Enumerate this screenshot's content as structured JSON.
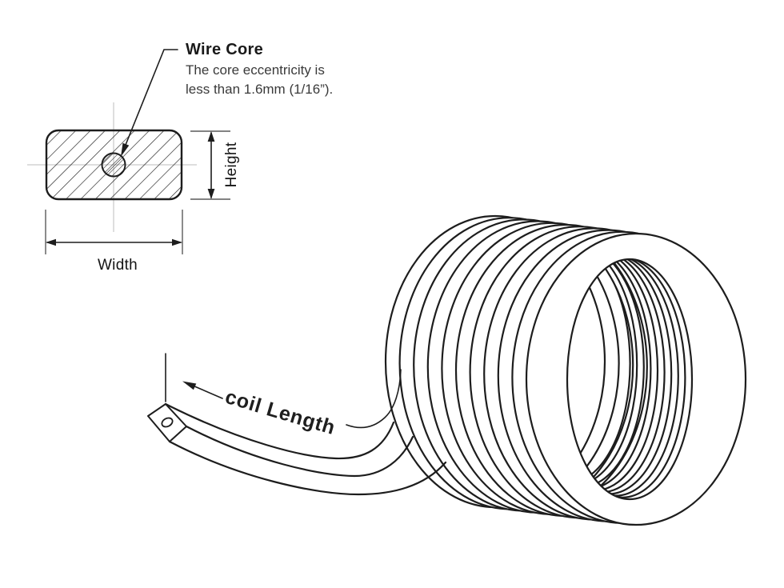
{
  "diagram": {
    "wire_core": {
      "title": "Wire Core",
      "note_line1": "The core eccentricity is",
      "note_line2": "less than 1.6mm (1/16”)."
    },
    "dimensions": {
      "height_label": "Height",
      "width_label": "Width",
      "coil_length_label": "coil Length"
    },
    "colors": {
      "ink": "#1d1d1d",
      "note_text": "#3a3a3a",
      "centerline": "#c9c9c9",
      "extension_line": "#5a5a5a",
      "background": "#ffffff"
    }
  }
}
